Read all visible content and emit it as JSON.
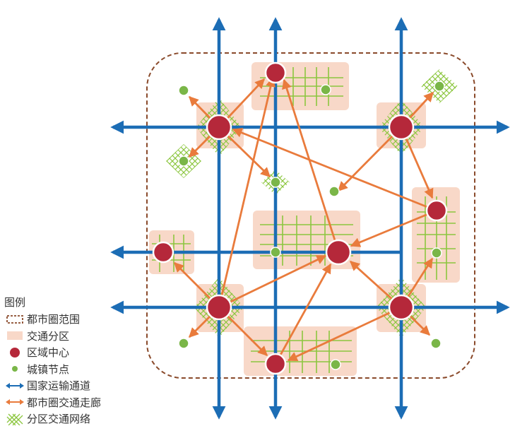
{
  "legend": {
    "title": "图例",
    "items": [
      {
        "id": "metro-boundary",
        "label": "都市圈范围"
      },
      {
        "id": "traffic-zone",
        "label": "交通分区"
      },
      {
        "id": "regional-center",
        "label": "区域中心"
      },
      {
        "id": "town-node",
        "label": "城镇节点"
      },
      {
        "id": "national-corridor",
        "label": "国家运输通道"
      },
      {
        "id": "metro-corridor",
        "label": "都市圈交通走廊"
      },
      {
        "id": "zone-network",
        "label": "分区交通网络"
      }
    ]
  },
  "colors": {
    "national_corridor": "#1c6db5",
    "metro_corridor": "#e97b3c",
    "regional_center": "#b5283a",
    "town_node": "#7ab648",
    "traffic_zone": "#f8d8c8",
    "zone_network": "#8cc63f",
    "boundary": "#8a4a2b"
  },
  "icons": [
    "double-arrow-icon",
    "cross-hatch-icon",
    "dashed-box-icon",
    "dot-icon"
  ]
}
